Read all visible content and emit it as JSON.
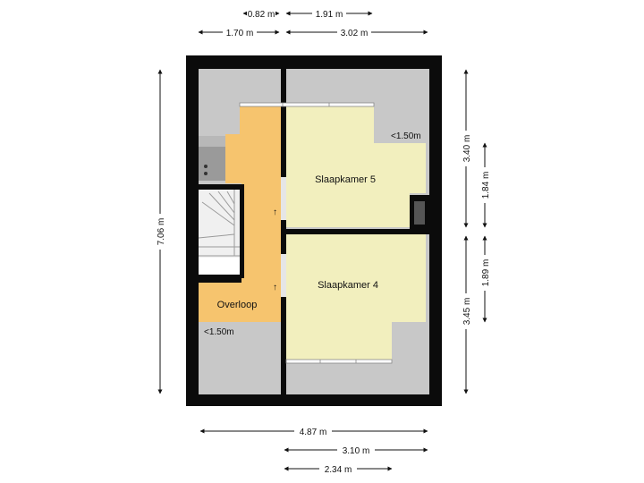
{
  "colors": {
    "wall": "#0b0b0b",
    "slope": "#c8c8c8",
    "landing": "#f6c46e",
    "bedroom": "#f2efbe",
    "stair": "#f0f0f0",
    "dim_line": "#111111"
  },
  "rooms": {
    "bedroom5": "Slaapkamer 5",
    "bedroom4": "Slaapkamer 4",
    "landing": "Overloop"
  },
  "headroom": {
    "top_right": "<1.50m",
    "bottom_left": "<1.50m"
  },
  "dimensions": {
    "top_a": "0.82 m",
    "top_b": "1.91 m",
    "top_c": "1.70 m",
    "top_d": "3.02 m",
    "left_total": "7.06 m",
    "right_a": "3.40 m",
    "right_b": "3.45 m",
    "right_c": "1.84 m",
    "right_d": "1.89 m",
    "bottom_a": "4.87 m",
    "bottom_b": "3.10 m",
    "bottom_c": "2.34 m"
  },
  "markers": {
    "arrow_1": "↑",
    "arrow_2": "↑"
  }
}
